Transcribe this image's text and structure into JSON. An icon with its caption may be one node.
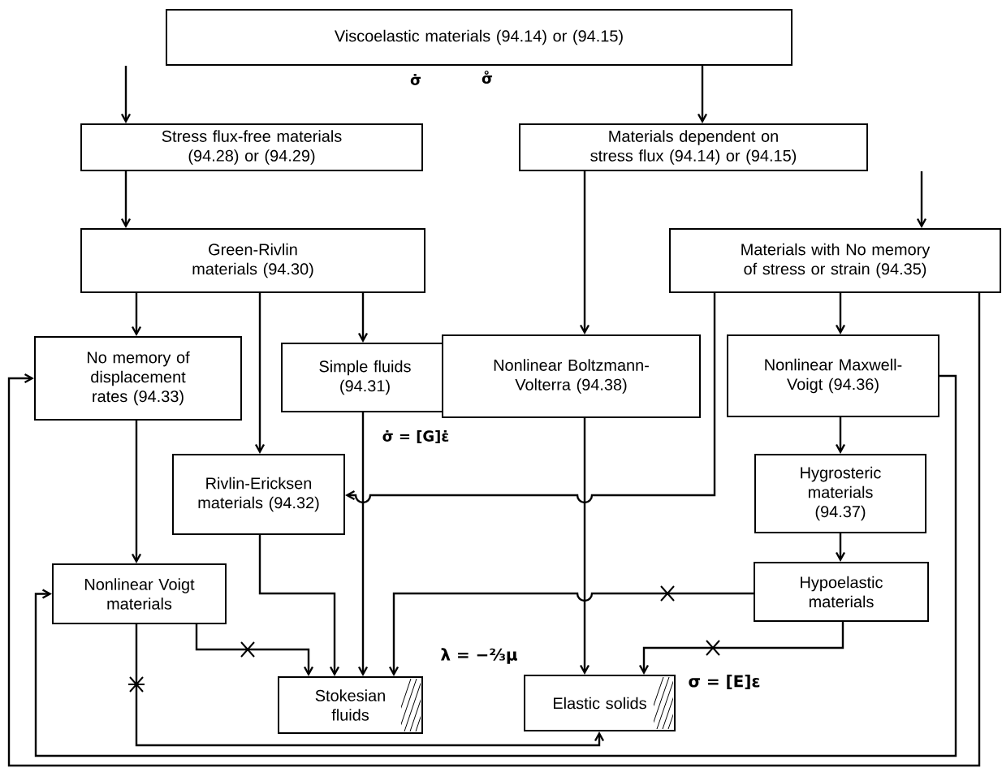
{
  "diagram": {
    "nodes": [
      {
        "text": [
          "Viscoelastic materials (94.14) or (94.15)"
        ]
      },
      {
        "text": [
          "Stress flux-free materials (94.28) or (94.29)"
        ]
      },
      {
        "text": [
          "Materials dependent on stress flux (94.14) or (94.15)"
        ]
      },
      {
        "text": [
          "Green-Rivlin materials (94.30)"
        ]
      },
      {
        "text": [
          "Materials with No memory of stress or strain (94.35)"
        ]
      },
      {
        "text": [
          "No memory of displacement rates (94.33)"
        ]
      },
      {
        "text": [
          "Simple fluids (94.31)"
        ]
      },
      {
        "text": [
          "Nonlinear Boltzmann-Volterra (94.38)"
        ]
      },
      {
        "text": [
          "Nonlinear Maxwell-Voigt (94.36)"
        ]
      },
      {
        "text": [
          "Rivlin-Ericksen materials (94.32)"
        ]
      },
      {
        "text": [
          "Hygrosteric materials (94.37)"
        ]
      },
      {
        "text": [
          "Nonlinear Voigt materials"
        ]
      },
      {
        "text": [
          "Hypoelastic materials"
        ]
      },
      {
        "text": [
          "Stokesian fluids"
        ],
        "beside": [
          "λ = −⅔μ"
        ]
      },
      {
        "text": [
          "Elastic solids"
        ],
        "beside": [
          "σ = [E]ε"
        ]
      }
    ],
    "edges": [
      {
        "from": 0,
        "to": 1,
        "arrow": "to"
      },
      {
        "from": 0,
        "to": 2,
        "arrow": "to"
      },
      {
        "from": 1,
        "to": 3,
        "arrow": "to"
      },
      {
        "from": 2,
        "to": 7,
        "arrow": "to"
      },
      {
        "from": 2,
        "to": 4,
        "arrow": "to"
      },
      {
        "from": 3,
        "to": 5,
        "arrow": "to"
      },
      {
        "from": 3,
        "to": 9,
        "arrow": "to"
      },
      {
        "from": 3,
        "to": 6,
        "arrow": "to"
      },
      {
        "from": 4,
        "to": 8,
        "arrow": "to"
      },
      {
        "from": 4,
        "to": 9,
        "arrow": "to"
      },
      {
        "from": 4,
        "to": 5,
        "arrow": "to"
      },
      {
        "from": 8,
        "to": 11,
        "arrow": "to"
      },
      {
        "from": 5,
        "to": 11,
        "arrow": "to"
      },
      {
        "from": 8,
        "to": 10,
        "arrow": "to"
      },
      {
        "from": 10,
        "to": 12,
        "arrow": "to"
      },
      {
        "from": 6,
        "to": 13,
        "arrow": "to"
      },
      {
        "from": 7,
        "to": 14,
        "arrow": "to"
      },
      {
        "from": 9,
        "to": 13,
        "arrow": "to"
      },
      {
        "from": 11,
        "to": 13,
        "arrow": "to"
      },
      {
        "from": 11,
        "to": 14,
        "arrow": "to"
      },
      {
        "from": 12,
        "to": 13,
        "arrow": "to"
      },
      {
        "from": 12,
        "to": 14,
        "arrow": "to"
      }
    ],
    "labels": [
      "σ̇",
      "σ̊",
      "σ̇ = [G]ε̇"
    ]
  }
}
